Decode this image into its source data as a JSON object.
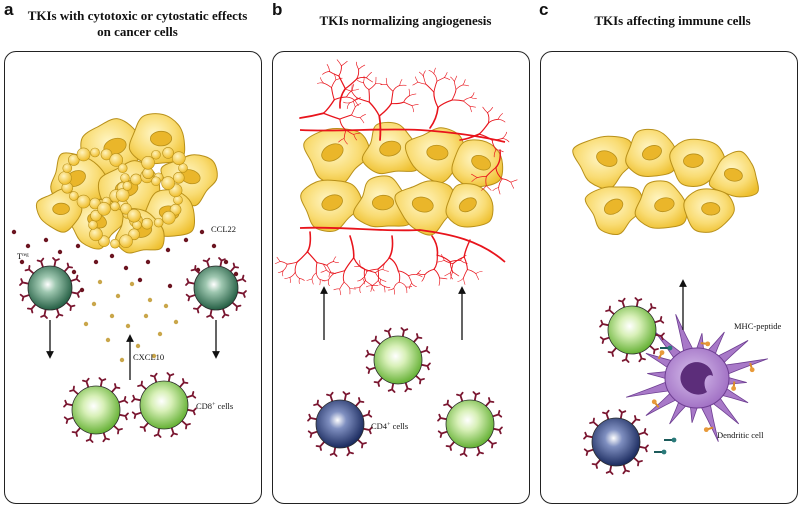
{
  "panels": [
    {
      "letter": "a",
      "title_line1": "TKIs with cytotoxic or cytostatic effects",
      "title_line2": "on cancer cells",
      "labels": {
        "ccl22": "CCL22",
        "treg_main": "T",
        "treg_sub": "reg",
        "cxcl10": "CXCL10",
        "cd8_main": "CD8",
        "cd8_sup": "+",
        "cd8_rest": " cells"
      }
    },
    {
      "letter": "b",
      "title_line1": "TKIs normalizing angiogenesis",
      "labels": {
        "cd4_main": "CD4",
        "cd4_sup": "+",
        "cd4_rest": " cells"
      }
    },
    {
      "letter": "c",
      "title_line1": "TKIs affecting immune cells",
      "labels": {
        "mhc": "MHC-peptide",
        "dendritic": "Dendritic cell"
      }
    }
  ],
  "colors": {
    "tumor_fill": "#f7d35e",
    "tumor_light": "#fff3b8",
    "tumor_edge": "#b8901a",
    "vessel": "#e8141c",
    "green_cell": "#7dc242",
    "treg_cell": "#2f6b4f",
    "cd4_cell": "#1f2f6b",
    "receptor": "#7a1630",
    "dendritic": "#a879c8",
    "nucleus": "#5c2d7a",
    "ccl22_dot": "#6b1420",
    "cxcl10_dot": "#c9a64a"
  }
}
